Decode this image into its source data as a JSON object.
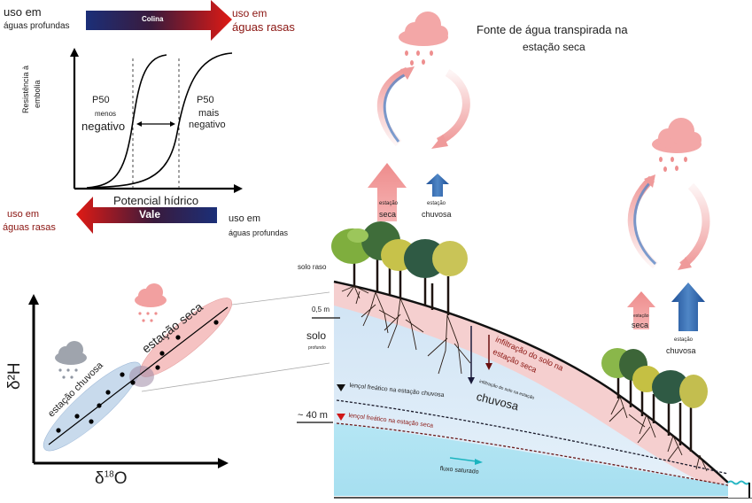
{
  "top_panel": {
    "left_top_label_1": "uso em",
    "left_top_label_2": "águas profundas",
    "colina_arrow_label": "Colina",
    "right_top_label_1": "uso em",
    "right_top_label_2": "águas rasas",
    "y_axis_label_1": "Resistência à",
    "y_axis_label_2": "embolia",
    "x_axis_label": "Potencial hídrico",
    "curve_left_label_1": "P50",
    "curve_left_label_2": "menos",
    "curve_left_label_3": "negativo",
    "curve_right_label_1": "P50",
    "curve_right_label_2": "mais",
    "curve_right_label_3": "negativo",
    "bottom_left_label_1": "uso em",
    "bottom_left_label_2": "águas rasas",
    "vale_arrow_label": "Vale",
    "bottom_right_label_1": "uso em",
    "bottom_right_label_2": "águas profundas"
  },
  "isotope_panel": {
    "y_axis_label": "δ²H",
    "x_axis_label_prefix": "δ",
    "x_axis_label_sup": "18",
    "x_axis_label_suffix": "O",
    "wet_season_label": "estação chuvosa",
    "dry_season_label": "estação seca"
  },
  "main_diagram": {
    "title_line_1": "Fonte de água transpirada na",
    "title_line_2": "estação seca",
    "upper_arrow_seca_small": "estação",
    "upper_arrow_seca_big": "seca",
    "upper_arrow_chuvosa_small": "estação",
    "upper_arrow_chuvosa_big": "chuvosa",
    "right_arrow_seca_small": "estação",
    "right_arrow_seca_big": "seca",
    "right_arrow_chuvosa_small": "estação",
    "right_arrow_chuvosa_big": "chuvosa",
    "solo_raso": "solo raso",
    "depth_05": "0,5 m",
    "solo": "solo",
    "profundo": "profundo",
    "depth_40": "~ 40 m",
    "infiltracao_seca_1": "infiltração do solo na",
    "infiltracao_seca_2": "estação seca",
    "infiltracao_chuvosa_1": "infiltração do solo na estação",
    "infiltracao_chuvosa_2": "chuvosa",
    "lencol_chuvosa": "lençol freático na estação chuvosa",
    "lencol_seca": "lençol freático na estação seca",
    "fluxo": "fluxo saturado"
  },
  "colors": {
    "deep_blue": "#1a2a6c",
    "bright_red": "#d21a10",
    "dry_pink": "#f0a0a0",
    "wet_blue": "#2c62a8",
    "soil_pink": "#f6d2d2",
    "soil_blue": "#d6e8f6",
    "saturated": "#aee3f3",
    "dark_red_text": "#8a1410"
  }
}
